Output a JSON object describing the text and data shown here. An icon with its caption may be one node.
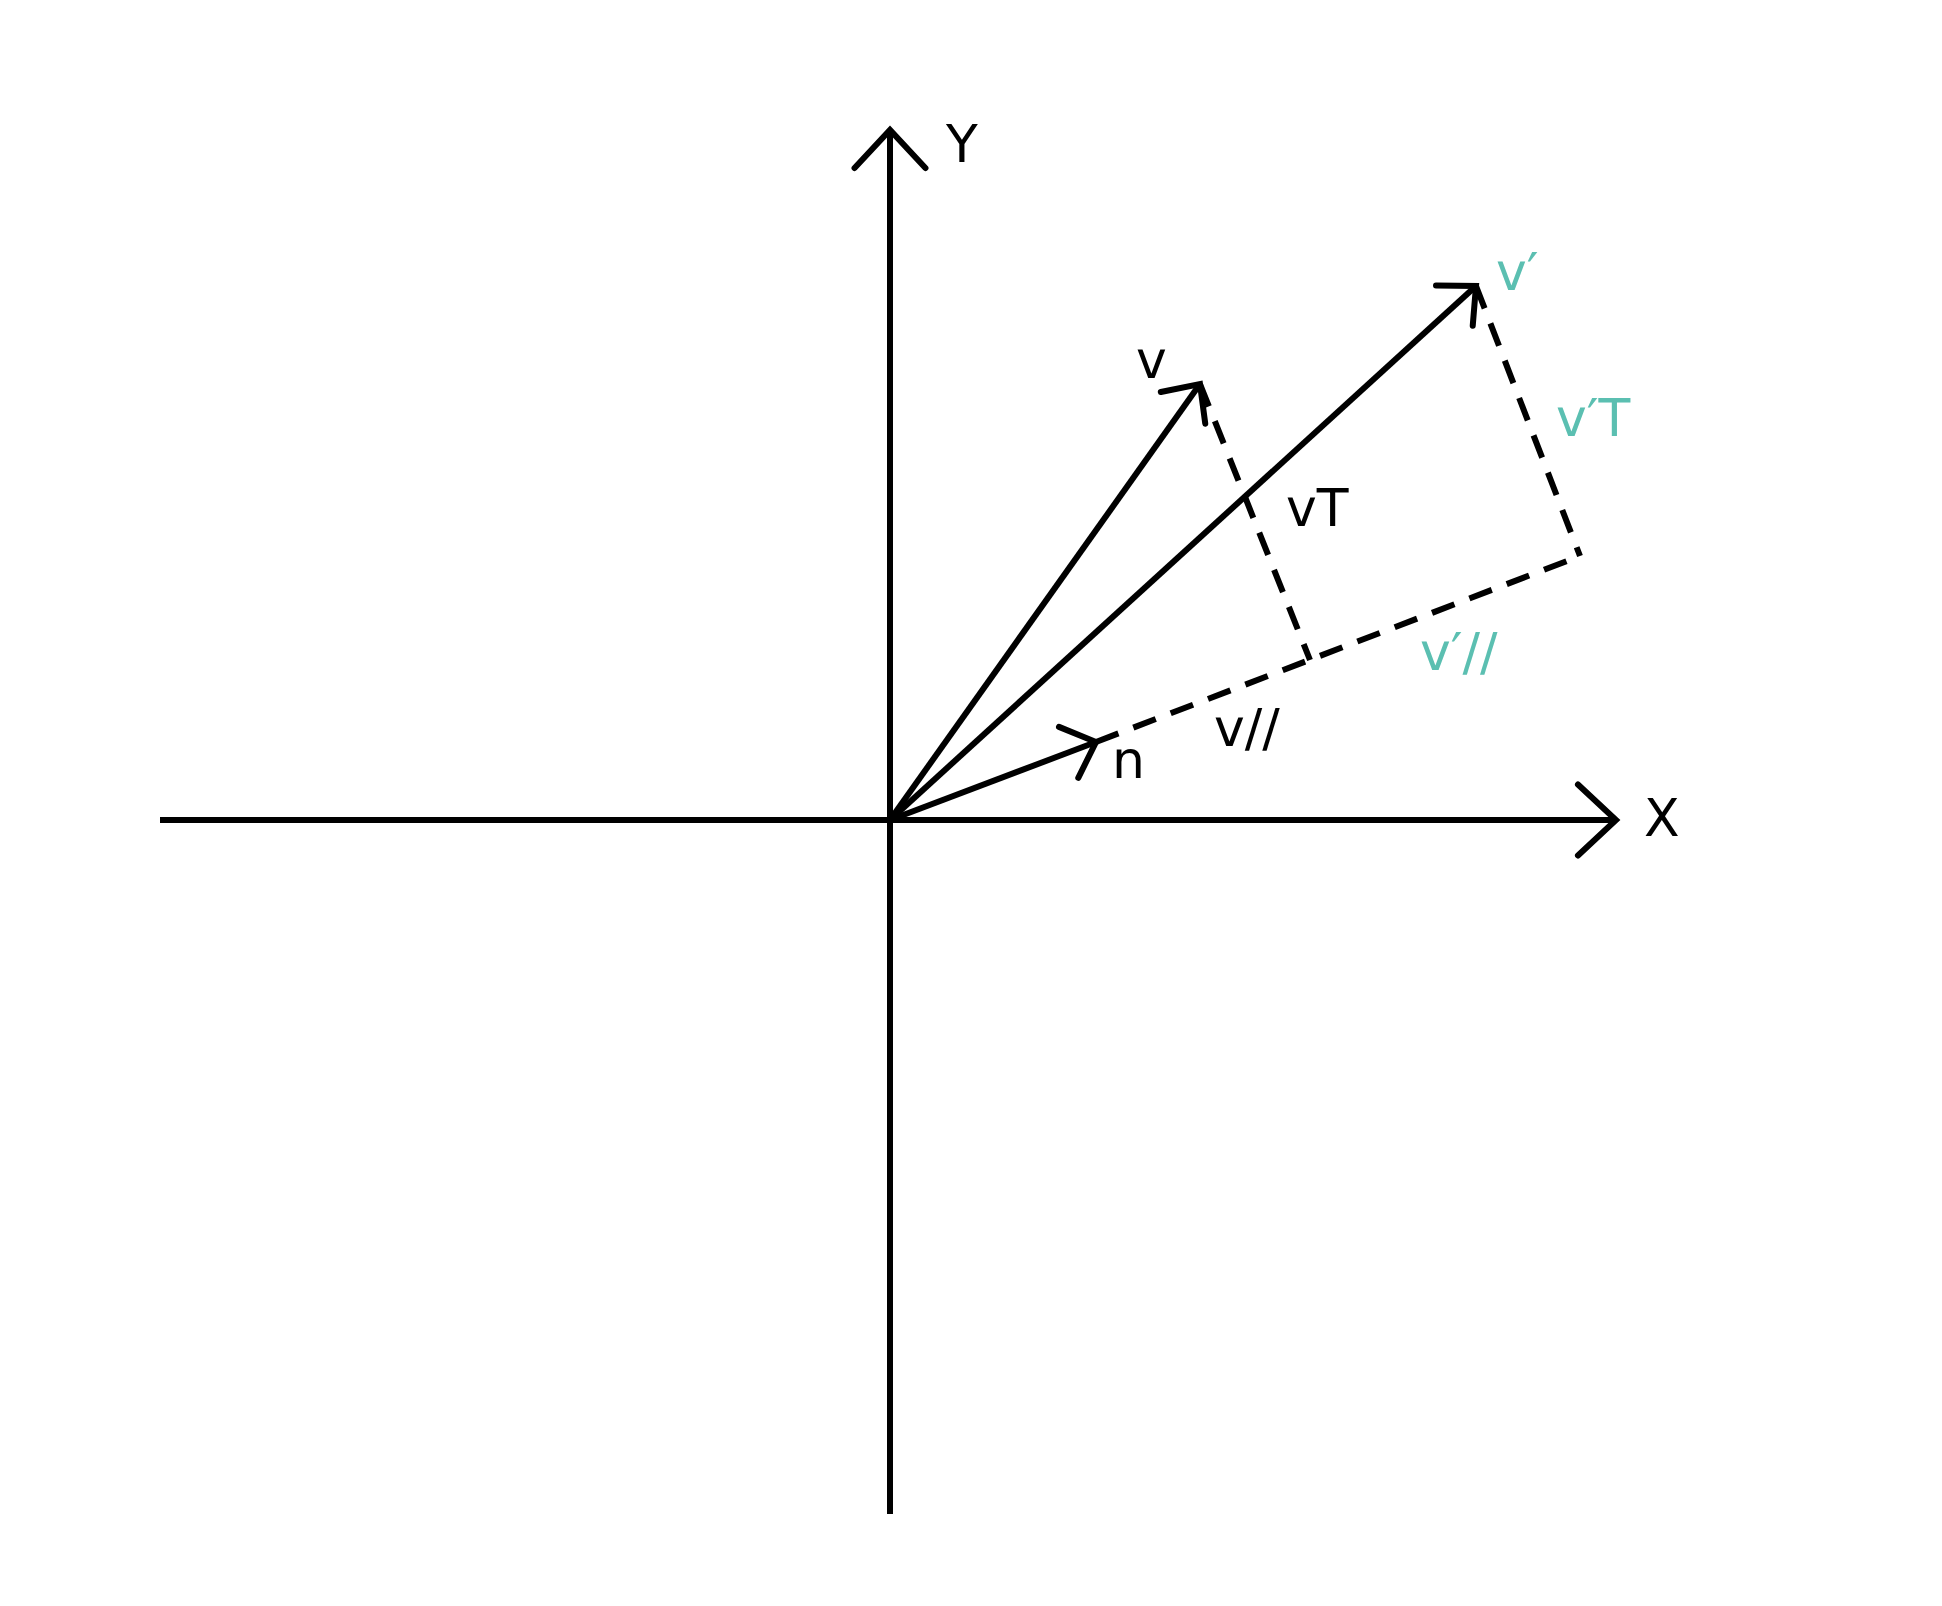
{
  "diagram": {
    "labels": [
      "Y",
      "v′",
      "v",
      "v′T",
      "vT",
      "v′//",
      "n",
      "v//",
      "X"
    ]
  }
}
